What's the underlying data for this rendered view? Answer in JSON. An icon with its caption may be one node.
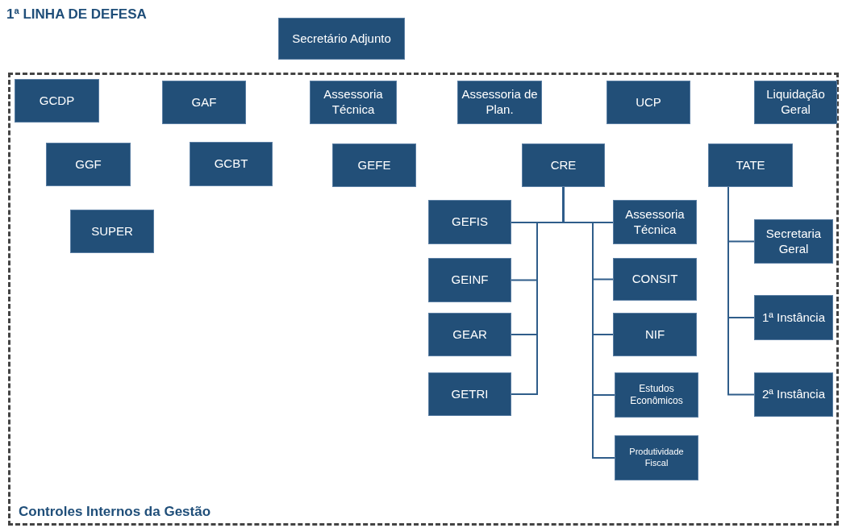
{
  "diagram": {
    "title": "1ª LINHA DE DEFESA",
    "nodes": [
      {
        "text": [
          "Secretário Adjunto"
        ]
      },
      {
        "text": [
          "Controles Internos da Gestão"
        ]
      },
      {
        "text": [
          "GCDP"
        ],
        "in": 1
      },
      {
        "text": [
          "GAF"
        ],
        "in": 1
      },
      {
        "text": [
          "Assessoria Técnica"
        ],
        "in": 1
      },
      {
        "text": [
          "Assessoria de Plan."
        ],
        "in": 1
      },
      {
        "text": [
          "UCP"
        ],
        "in": 1
      },
      {
        "text": [
          "Liquidação Geral"
        ],
        "in": 1
      },
      {
        "text": [
          "GGF"
        ],
        "in": 1
      },
      {
        "text": [
          "GCBT"
        ],
        "in": 1
      },
      {
        "text": [
          "GEFE"
        ],
        "in": 1
      },
      {
        "text": [
          "CRE"
        ],
        "in": 1
      },
      {
        "text": [
          "TATE"
        ],
        "in": 1
      },
      {
        "text": [
          "SUPER"
        ],
        "in": 1
      },
      {
        "text": [
          "GEFIS"
        ],
        "in": 1
      },
      {
        "text": [
          "Assessoria Técnica"
        ],
        "in": 1
      },
      {
        "text": [
          "GEINF"
        ],
        "in": 1
      },
      {
        "text": [
          "CONSIT"
        ],
        "in": 1
      },
      {
        "text": [
          "GEAR"
        ],
        "in": 1
      },
      {
        "text": [
          "NIF"
        ],
        "in": 1
      },
      {
        "text": [
          "GETRI"
        ],
        "in": 1
      },
      {
        "text": [
          "Estudos Econômicos"
        ],
        "in": 1
      },
      {
        "text": [
          "Produtividade Fiscal"
        ],
        "in": 1
      },
      {
        "text": [
          "Secretaria Geral"
        ],
        "in": 1
      },
      {
        "text": [
          "1ª Instância"
        ],
        "in": 1
      },
      {
        "text": [
          "2ª Instância"
        ],
        "in": 1
      }
    ],
    "edges": [
      {
        "from": 11,
        "to": 14,
        "arrow": "none"
      },
      {
        "from": 11,
        "to": 16,
        "arrow": "none"
      },
      {
        "from": 11,
        "to": 18,
        "arrow": "none"
      },
      {
        "from": 11,
        "to": 20,
        "arrow": "none"
      },
      {
        "from": 11,
        "to": 15,
        "arrow": "none"
      },
      {
        "from": 11,
        "to": 17,
        "arrow": "none"
      },
      {
        "from": 11,
        "to": 19,
        "arrow": "none"
      },
      {
        "from": 11,
        "to": 21,
        "arrow": "none"
      },
      {
        "from": 11,
        "to": 22,
        "arrow": "none"
      },
      {
        "from": 12,
        "to": 23,
        "arrow": "none"
      },
      {
        "from": 12,
        "to": 24,
        "arrow": "none"
      },
      {
        "from": 12,
        "to": 25,
        "arrow": "none"
      }
    ]
  }
}
